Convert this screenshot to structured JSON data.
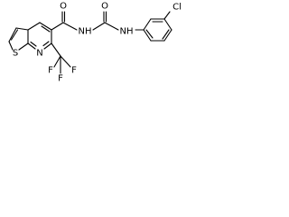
{
  "molecule": {
    "labels": {
      "sulfur": "S",
      "ring_nitrogen": "N",
      "carbonyl_oxygen": "O",
      "amide_nh": "NH",
      "urea_oxygen": "O",
      "urea_nh": "NH",
      "chlorine": "Cl",
      "fluorine_1": "F",
      "fluorine_2": "F",
      "fluorine_3": "F"
    }
  }
}
